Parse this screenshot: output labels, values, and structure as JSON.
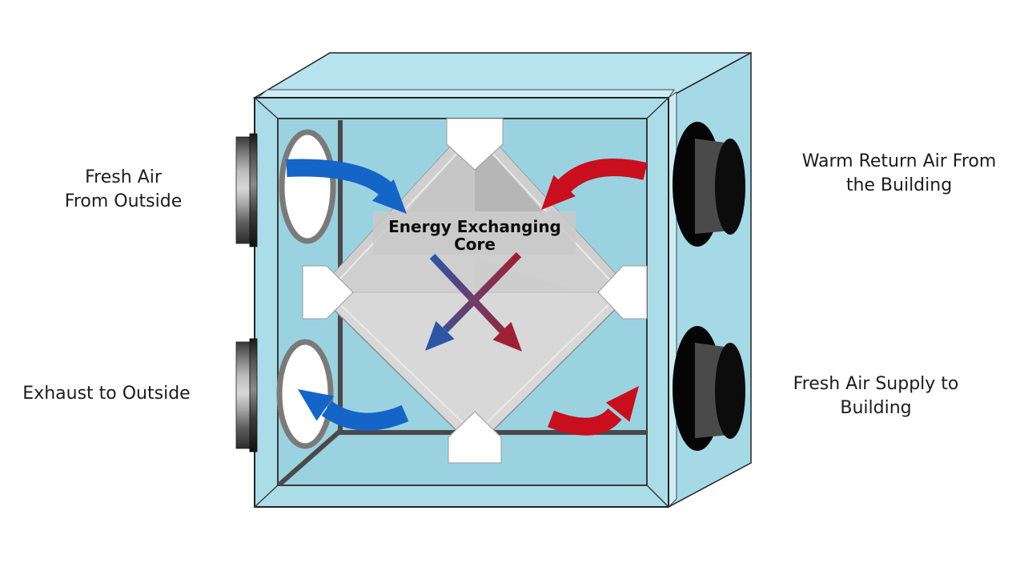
{
  "diagram": {
    "core_label": {
      "line1": "Energy Exchanging",
      "line2": "Core"
    },
    "labels": {
      "fresh_air_from_outside": {
        "line1": "Fresh Air",
        "line2": "From Outside"
      },
      "exhaust_to_outside": {
        "line1": "Exhaust to Outside"
      },
      "warm_return_air": {
        "line1": "Warm Return Air From",
        "line2": "the Building"
      },
      "fresh_air_supply": {
        "line1": "Fresh Air Supply to",
        "line2": "Building"
      }
    },
    "colors": {
      "cabinet_top": "#b7e3ee",
      "cabinet_front": "#abdde9",
      "cabinet_interior": "#9bd2e0",
      "cabinet_side": "#a5d9e6",
      "cabinet_bevel": "#cdedf5",
      "core_gray": "#d8d8d8",
      "core_band": "#c9c9c9",
      "cold_air_blue": "#1565c8",
      "warm_air_red": "#c90e1d",
      "wall_line_gray": "#4a4a4a"
    },
    "flows": [
      {
        "id": "fresh-air-intake-arrow",
        "color": "#1565c8"
      },
      {
        "id": "warm-return-intake-arrow",
        "color": "#c90e1d"
      },
      {
        "id": "exhaust-out-arrow",
        "color": "#1565c8"
      },
      {
        "id": "fresh-supply-out-arrow",
        "color": "#c90e1d"
      },
      {
        "id": "core-cold-warming-arrow",
        "gradient": [
          "#2d55a3",
          "#a02033"
        ]
      },
      {
        "id": "core-warm-cooling-arrow",
        "gradient": [
          "#a02033",
          "#2d55a3"
        ]
      }
    ]
  }
}
